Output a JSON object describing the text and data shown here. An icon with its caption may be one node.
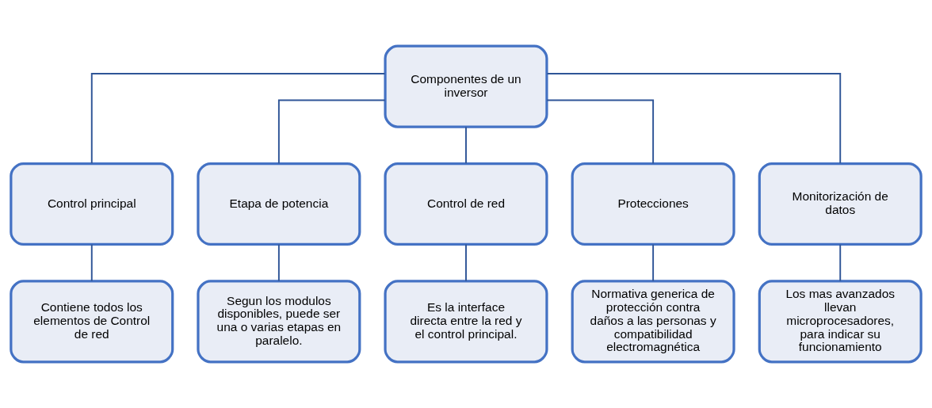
{
  "diagram": {
    "nodes": [
      {
        "text": [
          "Componentes de un inversor"
        ]
      },
      {
        "text": [
          "Control principal"
        ]
      },
      {
        "text": [
          "Etapa de potencia"
        ]
      },
      {
        "text": [
          "Control de red"
        ]
      },
      {
        "text": [
          "Protecciones"
        ]
      },
      {
        "text": [
          "Monitorización de datos"
        ]
      },
      {
        "text": [
          "Contiene todos los elementos de Control de red"
        ]
      },
      {
        "text": [
          "Segun los modulos disponibles, puede ser una o varias etapas en paralelo."
        ]
      },
      {
        "text": [
          "Es la interface directa entre la red y el control principal."
        ]
      },
      {
        "text": [
          "Normativa generica de protección contra daños a las personas y compatibilidad electromagnética"
        ]
      },
      {
        "text": [
          "Los mas avanzados llevan microprocesadores, para indicar su funcionamiento"
        ]
      }
    ],
    "edges": [
      {
        "from": 0,
        "to": 1,
        "arrow": "none"
      },
      {
        "from": 0,
        "to": 2,
        "arrow": "none"
      },
      {
        "from": 0,
        "to": 3,
        "arrow": "none"
      },
      {
        "from": 0,
        "to": 4,
        "arrow": "none"
      },
      {
        "from": 0,
        "to": 5,
        "arrow": "none"
      },
      {
        "from": 1,
        "to": 6,
        "arrow": "none"
      },
      {
        "from": 2,
        "to": 7,
        "arrow": "none"
      },
      {
        "from": 3,
        "to": 8,
        "arrow": "none"
      },
      {
        "from": 4,
        "to": 9,
        "arrow": "none"
      },
      {
        "from": 5,
        "to": 10,
        "arrow": "none"
      }
    ]
  }
}
